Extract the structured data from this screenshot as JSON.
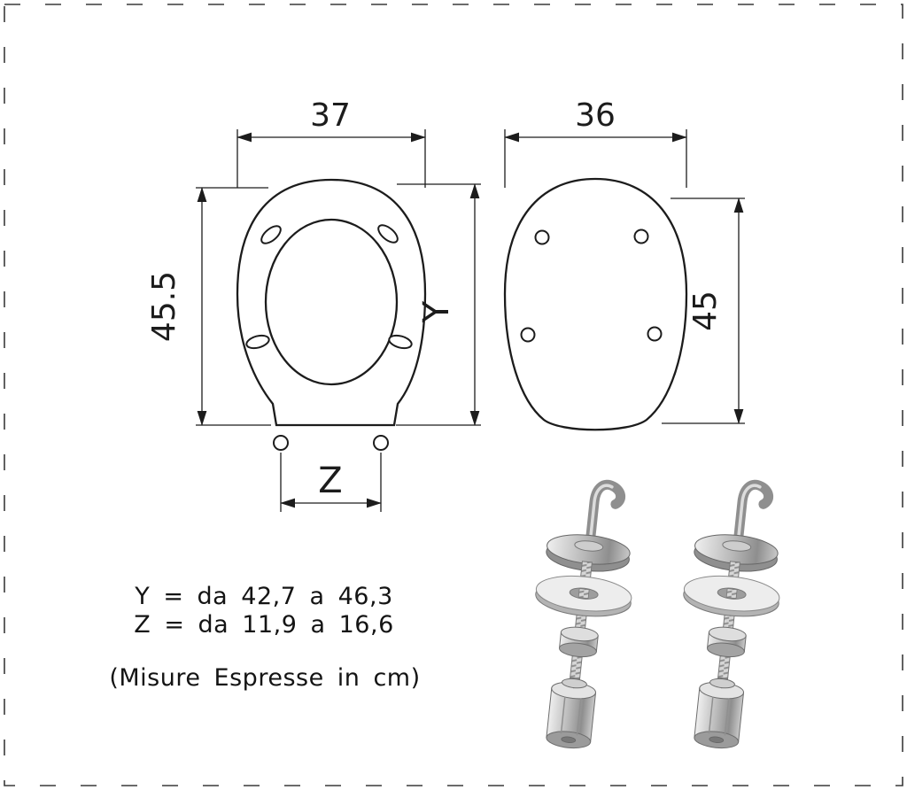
{
  "colors": {
    "line": "#1c1c1c",
    "background": "#ffffff",
    "metal_gray": "#9a9a9a"
  },
  "dims": {
    "seat_width": "37",
    "seat_height": "45.5",
    "seat_total_label": "Y",
    "hinge_span_label": "Z",
    "lid_width": "36",
    "lid_height": "45"
  },
  "notes": {
    "y_range": "Y = da 42,7 a 46,3",
    "z_range": "Z = da 11,9 a 16,6",
    "units_note": "(Misure Espresse in cm)"
  }
}
